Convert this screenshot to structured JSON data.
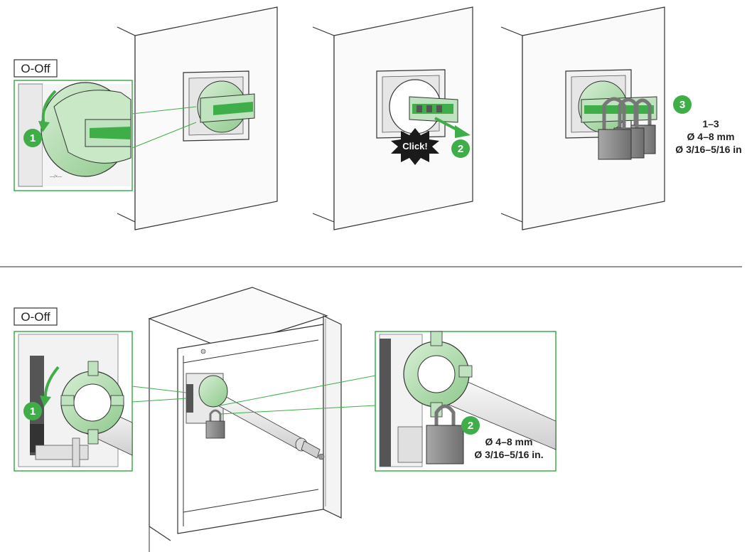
{
  "colors": {
    "accent_green": "#3fae49",
    "light_green": "#bfe3bf",
    "mid_green": "#9fd19f",
    "dark_green": "#2e8a35",
    "outline": "#333333",
    "padlock_gray": "#8c8c8c",
    "burst_black": "#1a1a1a"
  },
  "top_row": {
    "state_label": "O-Off",
    "step1": "1",
    "step2": "2",
    "click_label": "Click!",
    "step3": "3",
    "padlock_count": "1–3",
    "diameter_mm": "Ø 4–8 mm",
    "diameter_in": "Ø 3/16–5/16 in"
  },
  "bottom_row": {
    "state_label": "O-Off",
    "step1": "1",
    "step2": "2",
    "diameter_mm": "Ø 4–8 mm",
    "diameter_in": "Ø 3/16–5/16 in."
  },
  "icons": [
    "rotate-arrow-icon",
    "pull-arrow-icon",
    "padlock-icon",
    "click-burst-icon"
  ]
}
